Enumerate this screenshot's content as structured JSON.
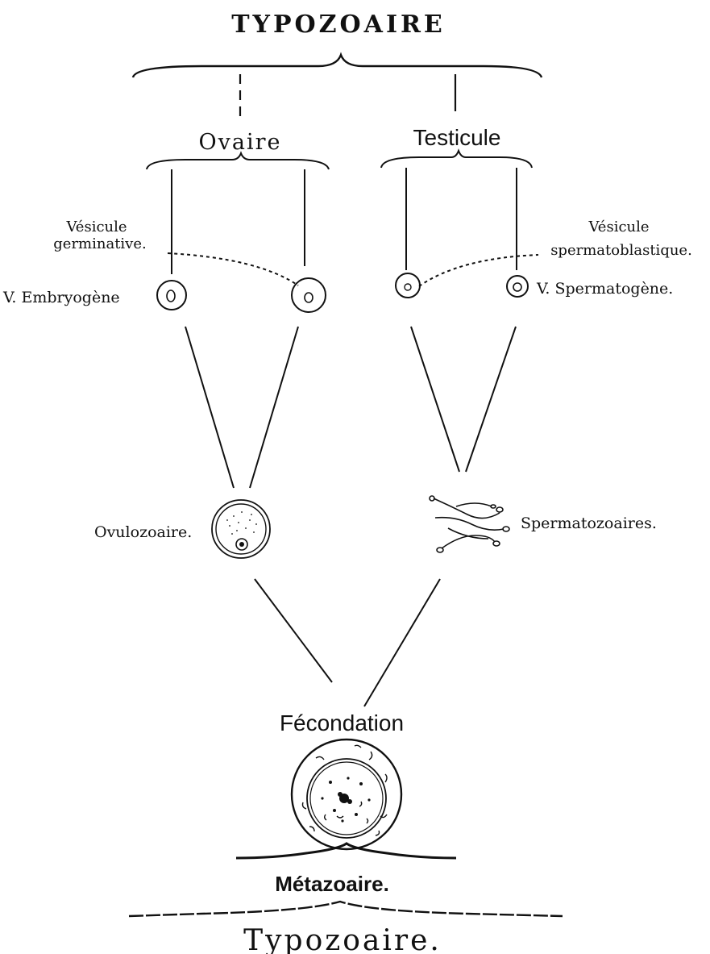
{
  "title": "TYPOZOAIRE",
  "branches": {
    "left": "Ovaire",
    "right": "Testicule"
  },
  "vesicles": {
    "left_label_line1": "Vésicule",
    "left_label_line2": "germinative.",
    "right_label_line1": "Vésicule",
    "right_label_line2": "spermatoblastique."
  },
  "cells": {
    "embryogene": "V. Embryogène",
    "spermatogene": "V. Spermatogène."
  },
  "gametes": {
    "ovule": "Ovulozoaire.",
    "sperm": "Spermatozoaires."
  },
  "fecondation": "Fécondation",
  "metazoaire": "Métazoaire.",
  "footer": "Typozoaire."
}
